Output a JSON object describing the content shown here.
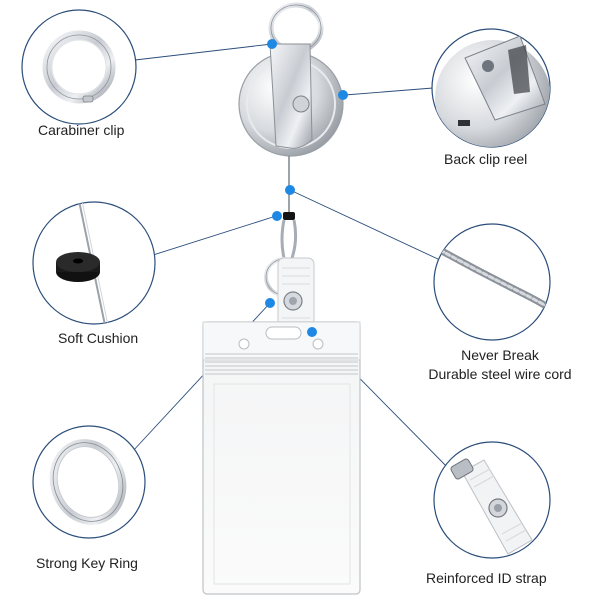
{
  "labels": {
    "carabiner_clip": "Carabiner clip",
    "back_clip_reel": "Back clip reel",
    "soft_cushion": "Soft Cushion",
    "never_break": "Never Break",
    "durable_steel_wire": "Durable steel wire cord",
    "strong_key_ring": "Strong Key Ring",
    "reinforced_id_strap": "Reinforced ID strap"
  },
  "colors": {
    "accent_blue": "#1e88e5",
    "callout_line": "#2a4d7a",
    "metal": "#c9ccd1",
    "cushion": "#111111"
  },
  "icons": [
    "carabiner-ring-icon",
    "reel-clip-icon",
    "cushion-icon",
    "steel-wire-icon",
    "key-ring-icon",
    "id-strap-icon"
  ]
}
